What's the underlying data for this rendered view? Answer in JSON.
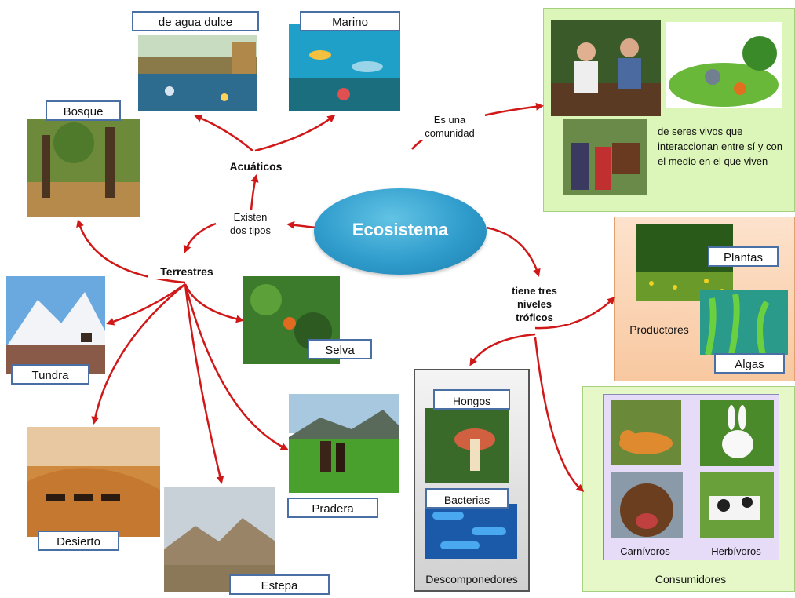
{
  "center": {
    "label": "Ecosistema"
  },
  "links": {
    "existen": "Existen\ndos tipos",
    "comunidad": "Es una\ncomunidad",
    "niveles": "tiene tres\nniveles\ntróficos"
  },
  "types": {
    "acuaticos": "Acuáticos",
    "terrestres": "Terrestres"
  },
  "aquatic": {
    "agua_dulce": "de agua dulce",
    "marino": "Marino"
  },
  "terrestrial": {
    "bosque": "Bosque",
    "tundra": "Tundra",
    "selva": "Selva",
    "desierto": "Desierto",
    "pradera": "Pradera",
    "estepa": "Estepa"
  },
  "community": {
    "description": "de seres vivos que interaccionan entre sí y con el medio en el que viven"
  },
  "producers": {
    "title": "Productores",
    "plantas": "Plantas",
    "algas": "Algas"
  },
  "decomposers": {
    "title": "Descomponedores",
    "hongos": "Hongos",
    "bacterias": "Bacterias"
  },
  "consumers": {
    "title": "Consumidores",
    "carnivoros": "Carnívoros",
    "herbivoros": "Herbívoros"
  },
  "colors": {
    "arrow": "#d01818",
    "ellipse": "#2f9ccc",
    "label_border": "#4a6fa5",
    "community_bg": "#dcf5b8",
    "producers_bg": "#fbd9bd",
    "consumers_bg": "#e6f8c8",
    "decomposers_bg": "#e4e4e4"
  }
}
